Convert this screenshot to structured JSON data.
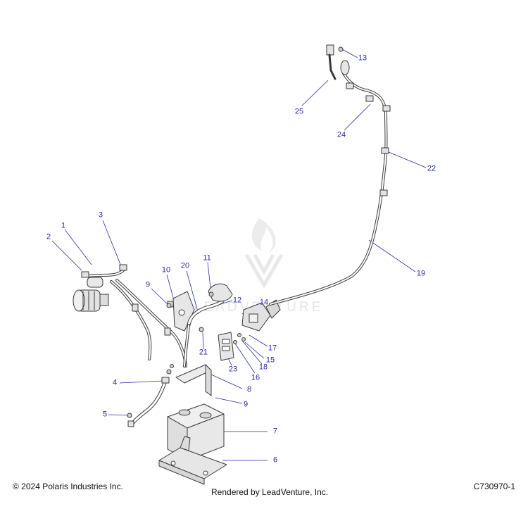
{
  "colors": {
    "callout": "#2a2aa8",
    "part_line": "#3a3a3a",
    "part_fill": "#e2e2e2",
    "watermark": "#e6e6e6"
  },
  "watermark": {
    "text": "LEADVENTURE"
  },
  "footer": {
    "copyright": "© 2024 Polaris Industries Inc.",
    "rendered_by": "Rendered by LeadVenture, Inc.",
    "diagram_id": "C730970-1"
  },
  "callouts": [
    {
      "id": "1",
      "label": "1"
    },
    {
      "id": "2",
      "label": "2"
    },
    {
      "id": "3",
      "label": "3"
    },
    {
      "id": "4",
      "label": "4"
    },
    {
      "id": "5",
      "label": "5"
    },
    {
      "id": "6",
      "label": "6"
    },
    {
      "id": "7",
      "label": "7"
    },
    {
      "id": "8",
      "label": "8"
    },
    {
      "id": "9a",
      "label": "9"
    },
    {
      "id": "9b",
      "label": "9"
    },
    {
      "id": "10",
      "label": "10"
    },
    {
      "id": "11",
      "label": "11"
    },
    {
      "id": "12",
      "label": "12"
    },
    {
      "id": "13",
      "label": "13"
    },
    {
      "id": "14",
      "label": "14"
    },
    {
      "id": "15",
      "label": "15"
    },
    {
      "id": "16",
      "label": "16"
    },
    {
      "id": "17",
      "label": "17"
    },
    {
      "id": "18",
      "label": "18"
    },
    {
      "id": "19",
      "label": "19"
    },
    {
      "id": "20",
      "label": "20"
    },
    {
      "id": "21",
      "label": "21"
    },
    {
      "id": "22",
      "label": "22"
    },
    {
      "id": "23",
      "label": "23"
    },
    {
      "id": "24",
      "label": "24"
    },
    {
      "id": "25",
      "label": "25"
    }
  ]
}
